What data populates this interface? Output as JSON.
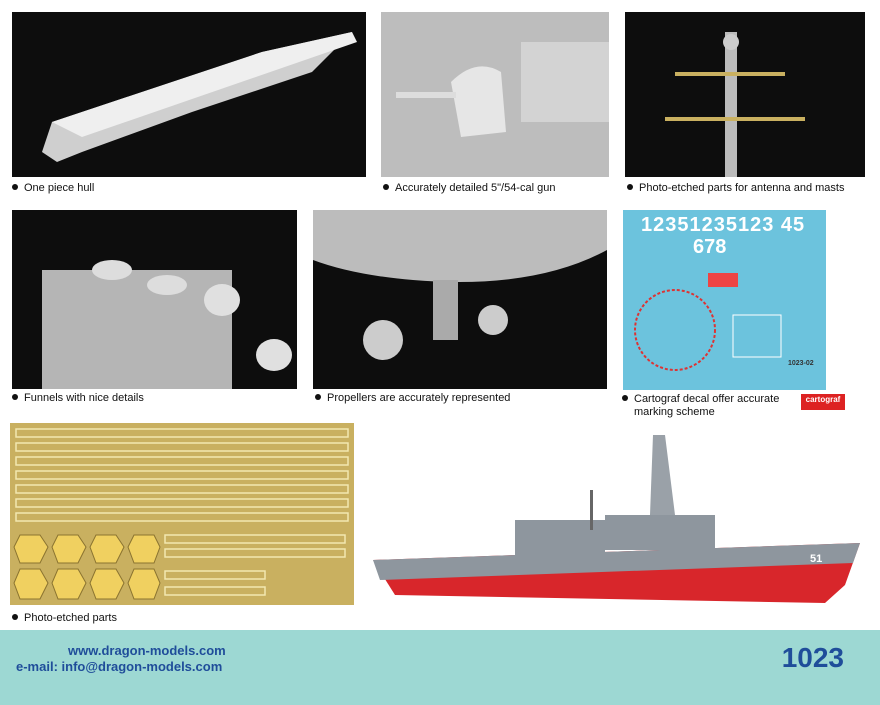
{
  "captions": {
    "hull": "One piece hull",
    "gun": "Accurately detailed 5\"/54-cal gun",
    "masts": "Photo-etched parts for antenna and masts",
    "funnels": "Funnels with nice details",
    "propellers": "Propellers are accurately represented",
    "decal_line1": "Cartograf decal offer accurate",
    "decal_line2": "marking scheme",
    "pe": "Photo-etched parts"
  },
  "decal": {
    "numbers_top": "12351235123 45",
    "numbers_mid": "678",
    "sheet_code": "1023-02",
    "hull_number": "51"
  },
  "logo": "cartograf",
  "footer": {
    "website": "www.dragon-models.com",
    "email": "e-mail: info@dragon-models.com",
    "product_number": "1023"
  },
  "colors": {
    "footer_bg": "#9dd8d3",
    "footer_text": "#1f4d9a",
    "decal_bg": "#6cc3dd",
    "pe_brass": "#c9b060"
  }
}
